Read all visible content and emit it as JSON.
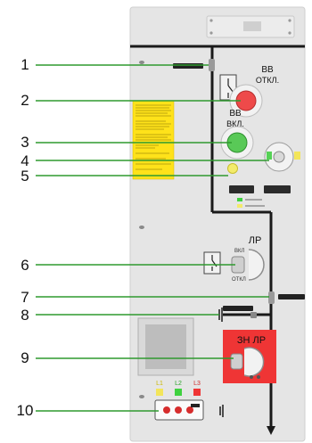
{
  "callouts": [
    {
      "number": "1"
    },
    {
      "number": "2"
    },
    {
      "number": "3"
    },
    {
      "number": "4"
    },
    {
      "number": "5"
    },
    {
      "number": "6"
    },
    {
      "number": "7"
    },
    {
      "number": "8"
    },
    {
      "number": "9"
    },
    {
      "number": "10"
    }
  ],
  "buttons": {
    "off_label_1": "ВВ",
    "off_label_2": "ОТКЛ.",
    "on_label_1": "ВВ",
    "on_label_2": "ВКЛ."
  },
  "disconnector": {
    "label": "ЛР",
    "on_mark": "ВКЛ",
    "off_mark": "ОТКЛ"
  },
  "earthing_switch": {
    "label": "ЗН ЛР"
  },
  "lamps": {
    "l1": "L1",
    "l2": "L2",
    "l3": "L3"
  },
  "colors": {
    "panel": "#e6e6e6",
    "bus": "#1a1a1a",
    "button_off": "#ee4a4a",
    "button_on": "#59c957",
    "callout_line": "#2f9a2f",
    "instruction_yellow": "#ffe21a",
    "earthing_red": "#ef3535",
    "indicator_yellow": "#f3eb6a",
    "lamp_green": "#3fd13f"
  },
  "icons": [
    "wall-socket-icon",
    "control-button-off-icon",
    "control-button-on-icon",
    "key-switch-icon",
    "indicator-lamp-icon",
    "disconnector-drive-icon",
    "earthing-drive-icon",
    "voltage-indicator-icon"
  ]
}
